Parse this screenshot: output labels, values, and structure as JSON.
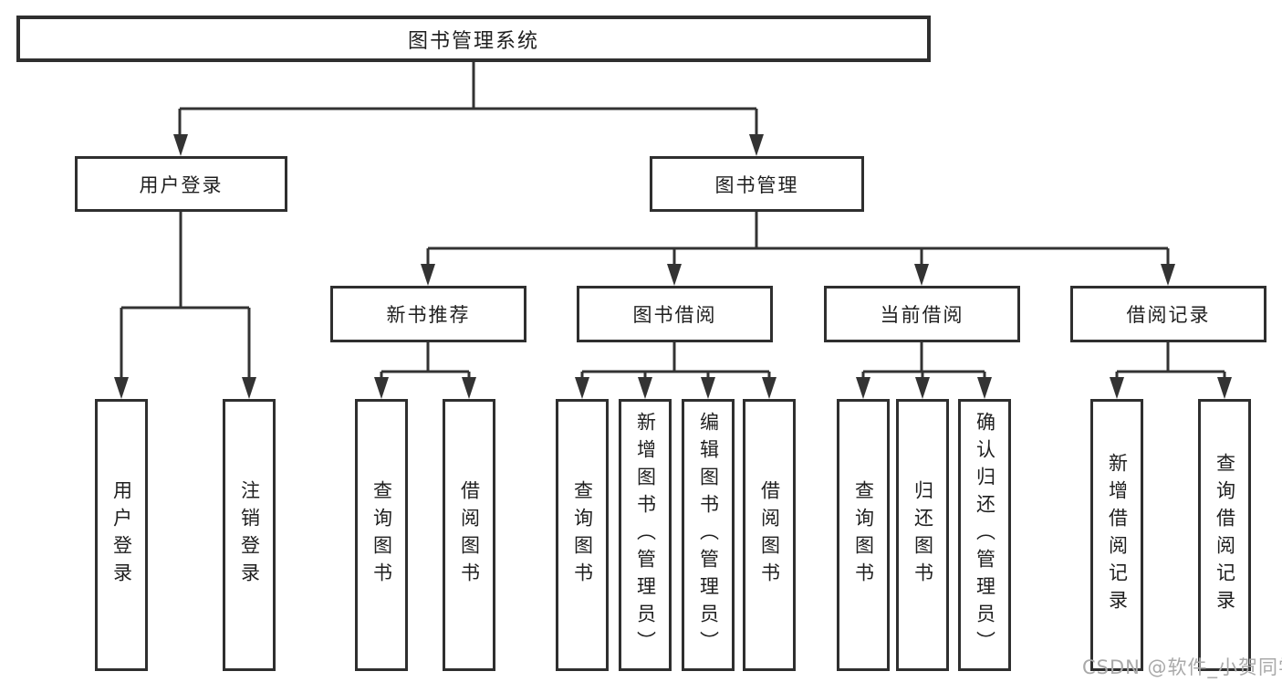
{
  "colors": {
    "line": "#333333",
    "border": "#2f2f2f",
    "text": "#1f1f1f",
    "watermark_text": "#a9a9a9",
    "background": "#ffffff"
  },
  "nodes": {
    "root": "图书管理系统",
    "user_login": "用户登录",
    "book_management": "图书管理",
    "new_book_recommend": "新书推荐",
    "book_borrowing": "图书借阅",
    "current_borrowing": "当前借阅",
    "borrowing_records": "借阅记录",
    "leaves": {
      "login": "用户登录",
      "logout": "注销登录",
      "recommend_query": "查询图书",
      "recommend_borrow": "借阅图书",
      "borrow_query": "查询图书",
      "borrow_add": "新增图书（管理员）",
      "borrow_edit": "编辑图书（管理员）",
      "borrow_borrow": "借阅图书",
      "current_query": "查询图书",
      "current_return": "归还图书",
      "current_confirm": "确认归还（管理员）",
      "records_add": "新增借阅记录",
      "records_query": "查询借阅记录"
    }
  },
  "watermark": "CSDN @软件_小贺同学"
}
